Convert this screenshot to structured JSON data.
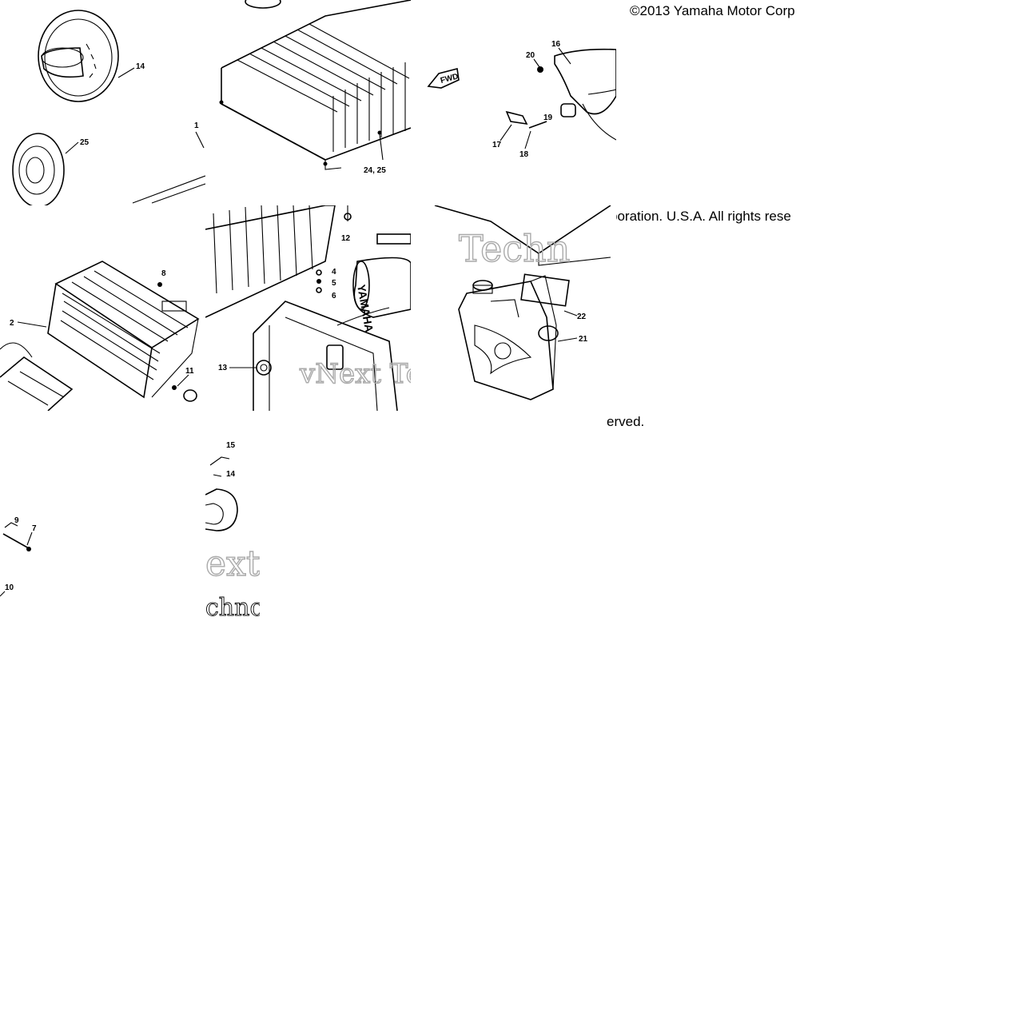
{
  "copyright": {
    "line1": "©2013 Yamaha Motor Corp",
    "line2": "poration. U.S.A. All rights rese",
    "line3": "erved."
  },
  "fwd_label": "FWD",
  "tank_label": "YAMAHA",
  "watermark": {
    "w1": "Techn",
    "w2": "vNext Te",
    "w3": "ext",
    "w4": "chno"
  },
  "callouts": {
    "c14a": "14",
    "c25": "25",
    "c1": "1",
    "c24_25": "24, 25",
    "c16": "16",
    "c20": "20",
    "c19": "19",
    "c17": "17",
    "c18": "18",
    "c8": "8",
    "c2": "2",
    "c11": "11",
    "c12": "12",
    "c4": "4",
    "c5": "5",
    "c6": "6",
    "c13": "13",
    "c22": "22",
    "c21": "21",
    "c15": "15",
    "c14b": "14",
    "c9": "9",
    "c7": "7",
    "c10": "10"
  }
}
